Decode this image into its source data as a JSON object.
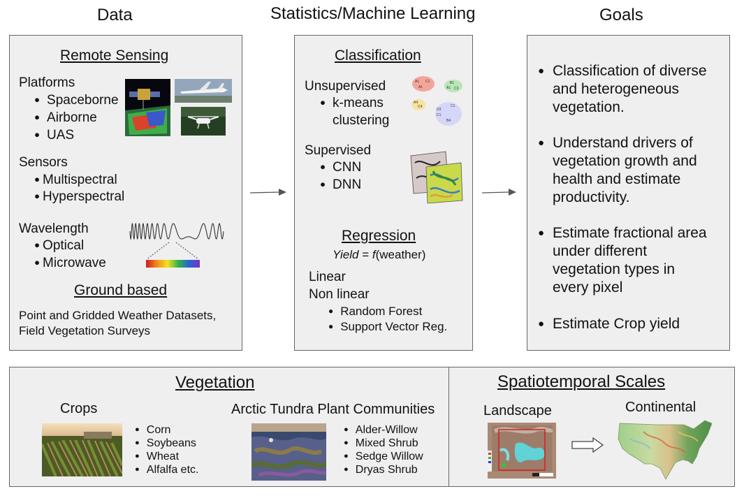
{
  "columns": {
    "data": "Data",
    "stats": "Statistics/Machine Learning",
    "goals": "Goals"
  },
  "data_panel": {
    "remote_sensing": "Remote Sensing",
    "platforms": {
      "label": "Platforms",
      "items": [
        "Spaceborne",
        "Airborne",
        "UAS"
      ]
    },
    "sensors": {
      "label": "Sensors",
      "items": [
        "Multispectral",
        "Hyperspectral"
      ]
    },
    "wavelength": {
      "label": "Wavelength",
      "items": [
        "Optical",
        "Microwave"
      ]
    },
    "ground_based": "Ground based",
    "ground_text": [
      "Point and Gridded Weather Datasets,",
      "Field Vegetation Surveys"
    ]
  },
  "stats_panel": {
    "classification": "Classification",
    "unsupervised": {
      "label": "Unsupervised",
      "items": [
        "k-means",
        "clustering"
      ]
    },
    "supervised": {
      "label": "Supervised",
      "items": [
        "CNN",
        "DNN"
      ]
    },
    "regression": "Regression",
    "formula_yield": "Yield",
    "formula_eq": " = ",
    "formula_f": "f",
    "formula_arg": "(weather)",
    "linear": "Linear",
    "nonlinear": "Non linear",
    "nonlinear_items": [
      "Random Forest",
      "Support Vector Reg."
    ],
    "cluster_labels": [
      "A1",
      "C1",
      "A1",
      "B1",
      "A1",
      "C3",
      "A4",
      "C4",
      "D3",
      "C1",
      "B4",
      "C1"
    ]
  },
  "goals_panel": {
    "items": [
      [
        "Classification of diverse",
        "and heterogeneous",
        "vegetation."
      ],
      [
        "Understand drivers of",
        "vegetation growth and",
        "health and estimate",
        "productivity."
      ],
      [
        "Estimate fractional area",
        "under different",
        "vegetation types in",
        "every pixel"
      ],
      [
        "Estimate Crop yield"
      ]
    ]
  },
  "vegetation_panel": {
    "title": "Vegetation",
    "crops": {
      "label": "Crops",
      "items": [
        "Corn",
        "Soybeans",
        "Wheat",
        "Alfalfa etc."
      ]
    },
    "arctic": {
      "label": "Arctic Tundra Plant Communities",
      "items": [
        "Alder-Willow",
        "Mixed Shrub",
        "Sedge Willow",
        "Dryas Shrub"
      ]
    }
  },
  "scales_panel": {
    "title": "Spatiotemporal Scales",
    "landscape": "Landscape",
    "continental": "Continental"
  },
  "colors": {
    "panel_bg": "#efefef",
    "border": "#666666",
    "arrow": "#555555"
  }
}
